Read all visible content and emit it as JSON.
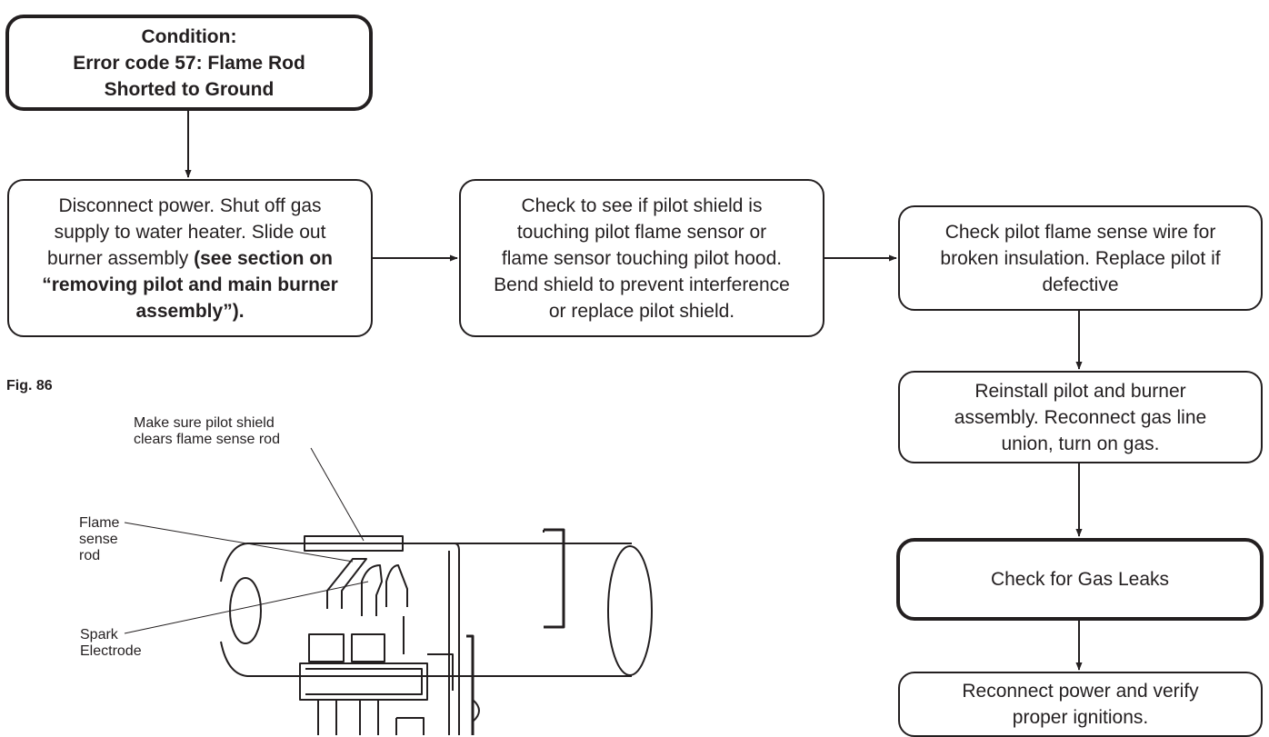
{
  "flowchart": {
    "condition": {
      "lines": [
        "Condition:",
        "Error code 57: Flame Rod",
        "Shorted to Ground"
      ]
    },
    "step_disconnect": {
      "lines": [
        "Disconnect power. Shut off gas",
        "supply to water heater. Slide out"
      ],
      "line3_normal": "burner assembly ",
      "line3_bold": "(see section on",
      "bold_lines": [
        "“removing pilot and main burner",
        "assembly”)."
      ]
    },
    "step_check_shield": {
      "lines": [
        "Check to see if pilot shield is",
        "touching pilot flame sensor or",
        "flame sensor touching pilot hood.",
        "Bend shield to prevent interference",
        "or replace pilot shield."
      ]
    },
    "step_check_wire": {
      "lines": [
        "Check pilot flame sense wire for",
        "broken insulation. Replace pilot if",
        "defective"
      ]
    },
    "step_reinstall": {
      "lines": [
        "Reinstall pilot and burner",
        "assembly. Reconnect gas line",
        "union, turn on gas."
      ]
    },
    "step_leaks": {
      "lines": [
        "Check for Gas Leaks"
      ]
    },
    "step_reconnect": {
      "lines": [
        "Reconnect power and verify",
        "proper ignitions."
      ]
    }
  },
  "figure": {
    "label": "Fig. 86",
    "callout_shield": [
      "Make sure pilot shield",
      "clears flame sense rod"
    ],
    "callout_flame_rod": [
      "Flame",
      "sense",
      "rod"
    ],
    "callout_spark": [
      "Spark",
      "Electrode"
    ]
  }
}
